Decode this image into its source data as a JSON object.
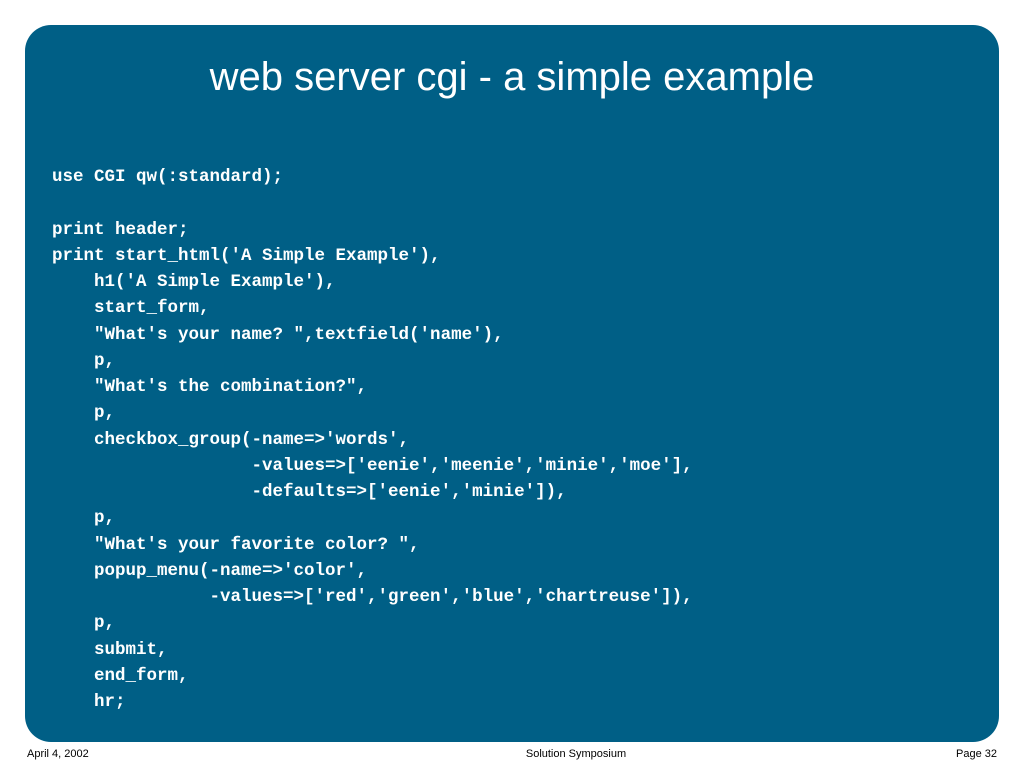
{
  "slide": {
    "title": "web server cgi - a simple example",
    "code_lines": [
      "use CGI qw(:standard);",
      "",
      "print header;",
      "print start_html('A Simple Example'),",
      "    h1('A Simple Example'),",
      "    start_form,",
      "    \"What's your name? \",textfield('name'),",
      "    p,",
      "    \"What's the combination?\",",
      "    p,",
      "    checkbox_group(-name=>'words',",
      "                   -values=>['eenie','meenie','minie','moe'],",
      "                   -defaults=>['eenie','minie']),",
      "    p,",
      "    \"What's your favorite color? \",",
      "    popup_menu(-name=>'color',",
      "               -values=>['red','green','blue','chartreuse']),",
      "    p,",
      "    submit,",
      "    end_form,",
      "    hr;"
    ]
  },
  "footer": {
    "date": "April 4, 2002",
    "event": "Solution Symposium",
    "page": "Page 32"
  },
  "colors": {
    "panel_background": "#005f86",
    "text": "#ffffff"
  }
}
